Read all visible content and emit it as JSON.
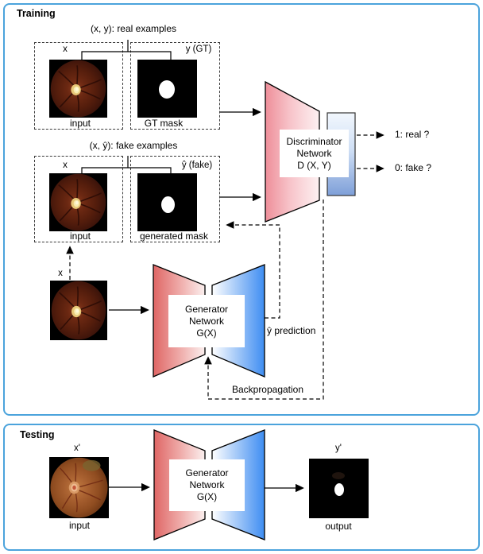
{
  "colors": {
    "section_border": "#4ba3dc",
    "discriminator_red_gradient": [
      "#ee8e99",
      "#fdf1f2"
    ],
    "discriminator_output_blue_gradient": [
      "#f2f7fd",
      "#7e9fd8"
    ],
    "generator_red_gradient": [
      "#df6665",
      "#fbf0ef"
    ],
    "generator_blue_gradient": [
      "#ffffff",
      "#3e8df2"
    ],
    "line_color": "#000000"
  },
  "training": {
    "title": "Training",
    "real_pair_label": "(x, y): real examples",
    "real_input_tag": "x",
    "real_mask_tag": "y (GT)",
    "real_input_caption": "input",
    "real_mask_caption": "GT mask",
    "fake_pair_label": "(x, ŷ): fake examples",
    "fake_input_tag": "x",
    "fake_mask_tag": "ŷ (fake)",
    "fake_input_caption": "input",
    "fake_mask_caption": "generated mask",
    "generator_input_tag": "x",
    "generator_lines": [
      "Generator",
      "Network",
      "G(X)"
    ],
    "discriminator_lines": [
      "Discriminator",
      "Network",
      "D (X, Y)"
    ],
    "real_output_label": "1: real ?",
    "fake_output_label": "0: fake ?",
    "prediction_label": "ŷ prediction",
    "backprop_label": "Backpropagation"
  },
  "testing": {
    "title": "Testing",
    "input_tag": "x'",
    "input_caption": "input",
    "generator_lines": [
      "Generator",
      "Network",
      "G(X)"
    ],
    "output_tag": "y'",
    "output_caption": "output"
  }
}
